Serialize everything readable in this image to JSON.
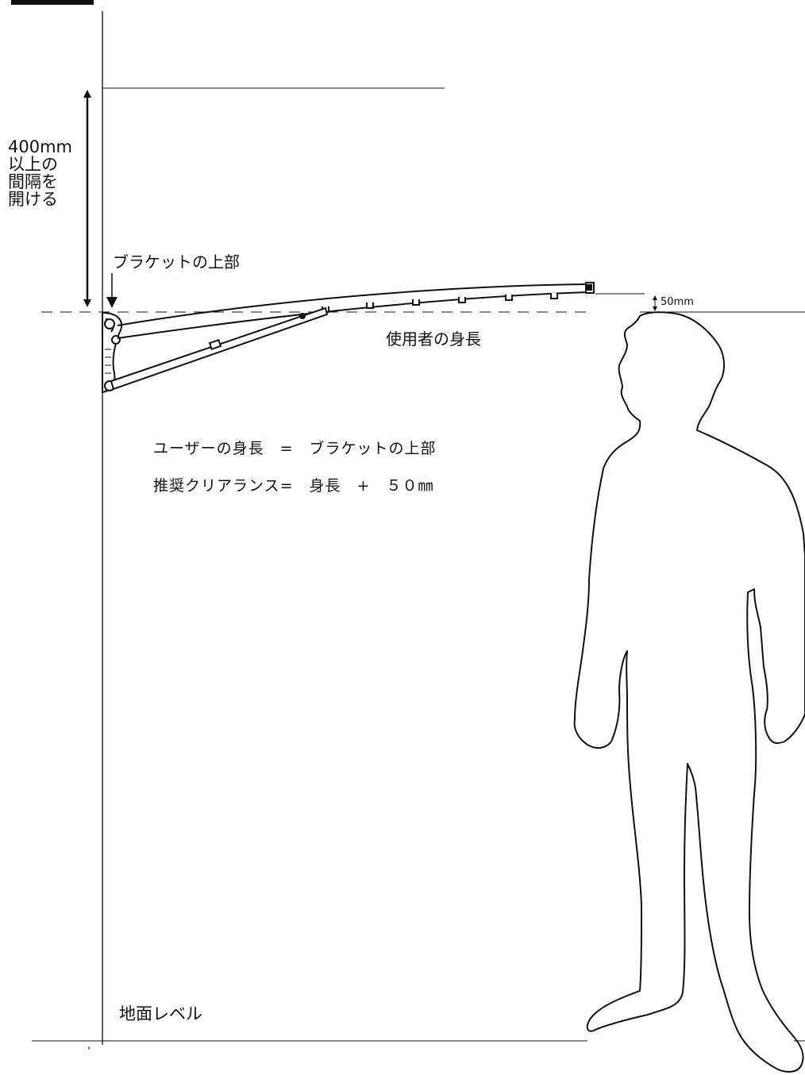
{
  "labels": {
    "clearance_note": [
      "400mm",
      "以上の",
      "間隔を",
      "開ける"
    ],
    "bracket_top": "ブラケットの上部",
    "gap": "50mm",
    "user_height": "使用者の身長",
    "formula_line1": "ユーザーの身長　=　ブラケットの上部",
    "formula_line2": "推奨クリアランス=　身長　+　５０㎜",
    "ground_level": "地面レベル"
  },
  "colors": {
    "line": "#111111",
    "fill": "#ffffff"
  }
}
